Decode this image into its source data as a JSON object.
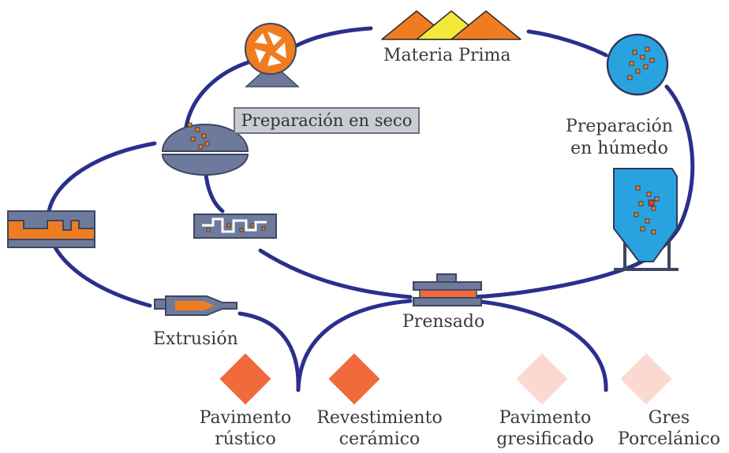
{
  "labels": {
    "raw_material": "Materia Prima",
    "dry_prep": "Preparación en seco",
    "wet_prep_1": "Preparación",
    "wet_prep_2": "en húmedo",
    "pressing": "Prensado",
    "extrusion": "Extrusión",
    "p1_line1": "Pavimento",
    "p1_line2": "rústico",
    "p2_line1": "Revestimiento",
    "p2_line2": "cerámico",
    "p3_line1": "Pavimento",
    "p3_line2": "gresificado",
    "p4_line1": "Gres",
    "p4_line2": "Porcelánico"
  },
  "colors": {
    "cycle_line": "#2b2f8c",
    "orange": "#f07c22",
    "yellow": "#f3e93a",
    "blue": "#2aa2e0",
    "machine_gray": "#6e7a9c",
    "product_strong": "#f06a3c",
    "product_light": "#fbd9d1"
  },
  "icons": [
    "aperture-icon",
    "mountains-icon",
    "ball-mill-icon",
    "silo-icon",
    "press-icon",
    "extruder-icon",
    "dry-mill-icon",
    "mould-icon",
    "granulator-icon"
  ]
}
